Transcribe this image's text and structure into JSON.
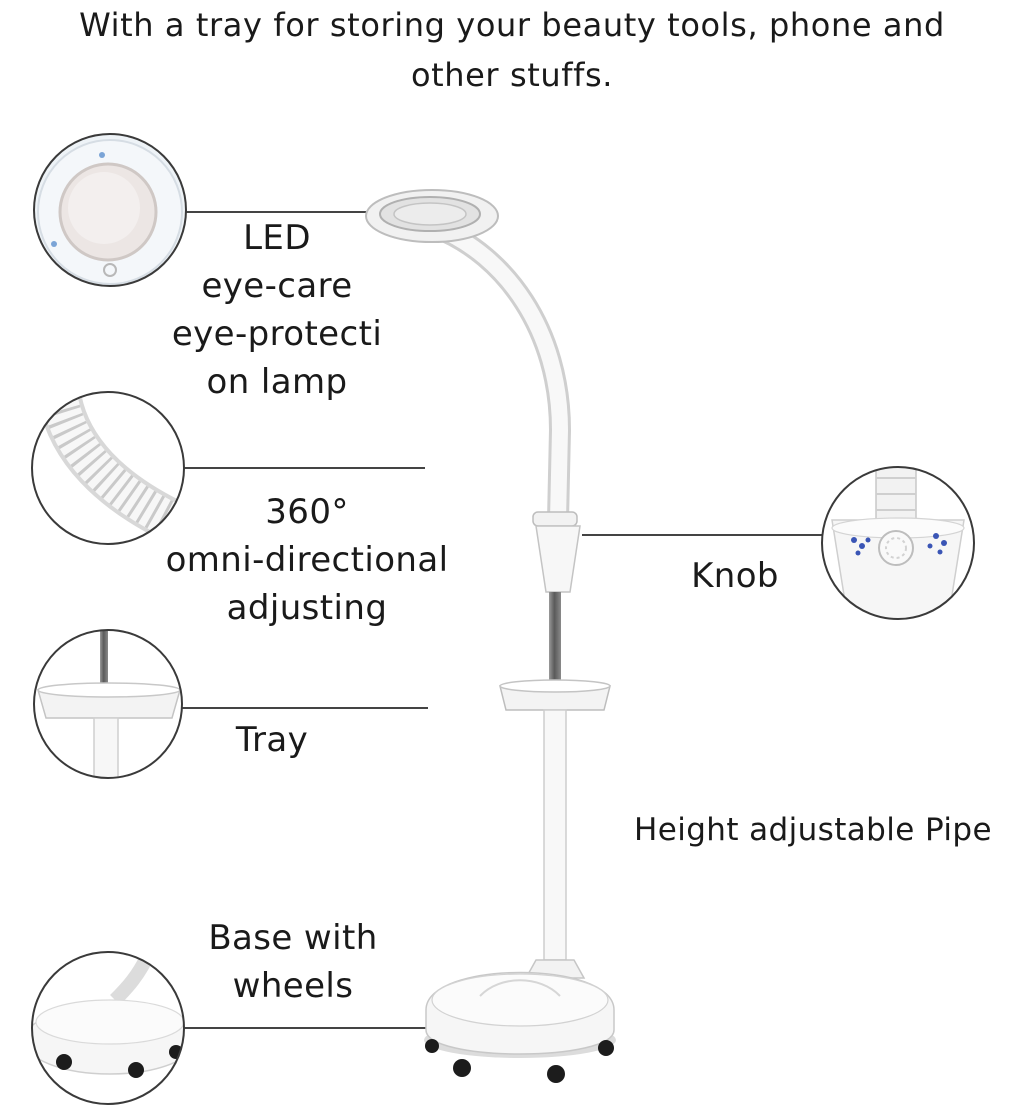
{
  "header": {
    "line1": "With a tray for storing your beauty tools, phone and",
    "line2": "other stuffs."
  },
  "callouts": {
    "lamp": {
      "lines": [
        "LED",
        "eye-care",
        "eye-protecti",
        "on lamp"
      ]
    },
    "hose": {
      "lines": [
        "360°",
        "omni-directional",
        "adjusting"
      ]
    },
    "tray": {
      "lines": [
        "Tray"
      ]
    },
    "base": {
      "lines": [
        "Base with",
        "wheels"
      ]
    },
    "knob": {
      "lines": [
        "Knob"
      ]
    },
    "pipe": {
      "lines": [
        "Height adjustable Pipe"
      ]
    }
  },
  "colors": {
    "product": "#f7f7f7",
    "outline": "#c9c9c9",
    "leader": "#444444",
    "chrome": "#6f6f6f",
    "wheel": "#1c1c1c",
    "knob_pattern": "#3a55b5"
  }
}
